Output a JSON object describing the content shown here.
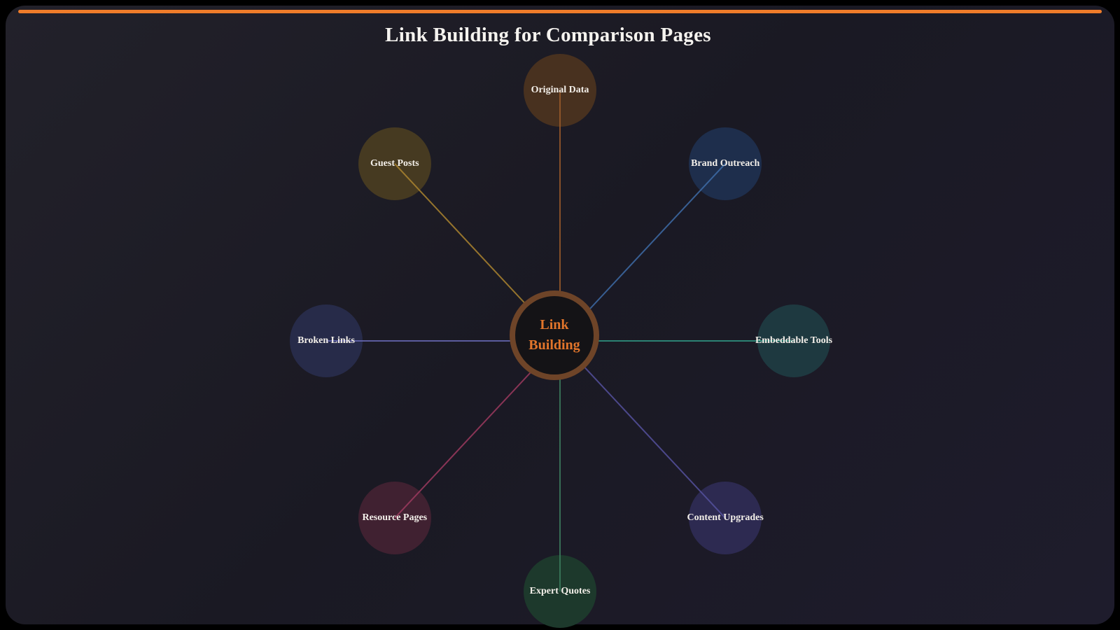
{
  "title": "Link Building for Comparison Pages",
  "accent_color": "#ef7c2a",
  "center": {
    "label_line1": "Link",
    "label_line2": "Building",
    "text_color": "#e2752b",
    "ring_color": "#6e4428",
    "fill_color": "#141316"
  },
  "nodes": [
    {
      "id": "original-data",
      "label": "Original Data",
      "position": "top",
      "fill_color": "#48311f",
      "line_color": "#9a5a2a"
    },
    {
      "id": "brand-outreach",
      "label": "Brand Outreach",
      "position": "top-right",
      "fill_color": "#1e2e4c",
      "line_color": "#3e6ca8"
    },
    {
      "id": "embeddable-tools",
      "label": "Embeddable Tools",
      "position": "right",
      "fill_color": "#1e3940",
      "line_color": "#2f9582"
    },
    {
      "id": "content-upgrades",
      "label": "Content Upgrades",
      "position": "bottom-right",
      "fill_color": "#2d2a51",
      "line_color": "#55519e"
    },
    {
      "id": "expert-quotes",
      "label": "Expert Quotes",
      "position": "bottom",
      "fill_color": "#1d392c",
      "line_color": "#3c7c5e"
    },
    {
      "id": "resource-pages",
      "label": "Resource Pages",
      "position": "bottom-left",
      "fill_color": "#402131",
      "line_color": "#9e3a5f"
    },
    {
      "id": "broken-links",
      "label": "Broken Links",
      "position": "left",
      "fill_color": "#272b49",
      "line_color": "#6769b4"
    },
    {
      "id": "guest-posts",
      "label": "Guest Posts",
      "position": "top-left",
      "fill_color": "#463a21",
      "line_color": "#ac852f"
    }
  ]
}
